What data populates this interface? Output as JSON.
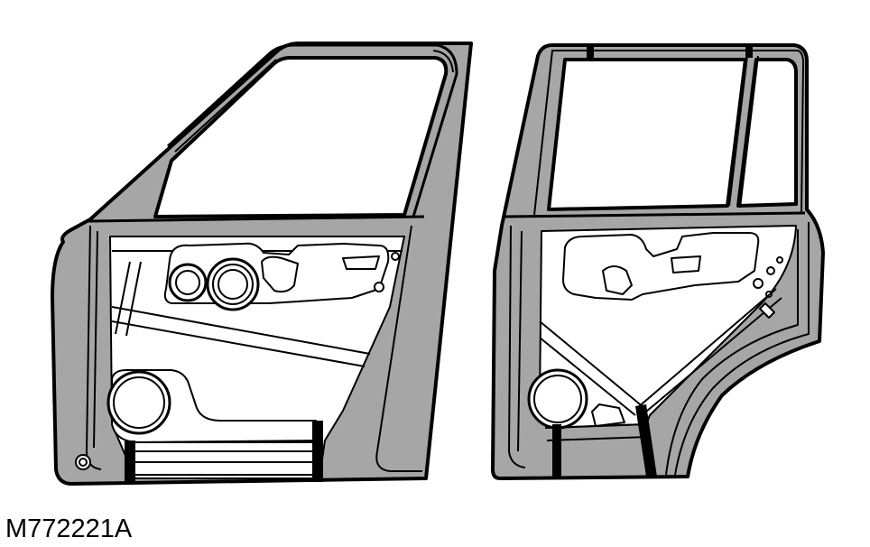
{
  "figure": {
    "reference_code": "M772221A"
  },
  "colors": {
    "line": "#000000",
    "panel": "#ffffff",
    "sealer_shading": "#a6a6a6",
    "background": "#ffffff"
  },
  "parts": {
    "front_door": "front-door",
    "rear_door": "rear-door"
  }
}
